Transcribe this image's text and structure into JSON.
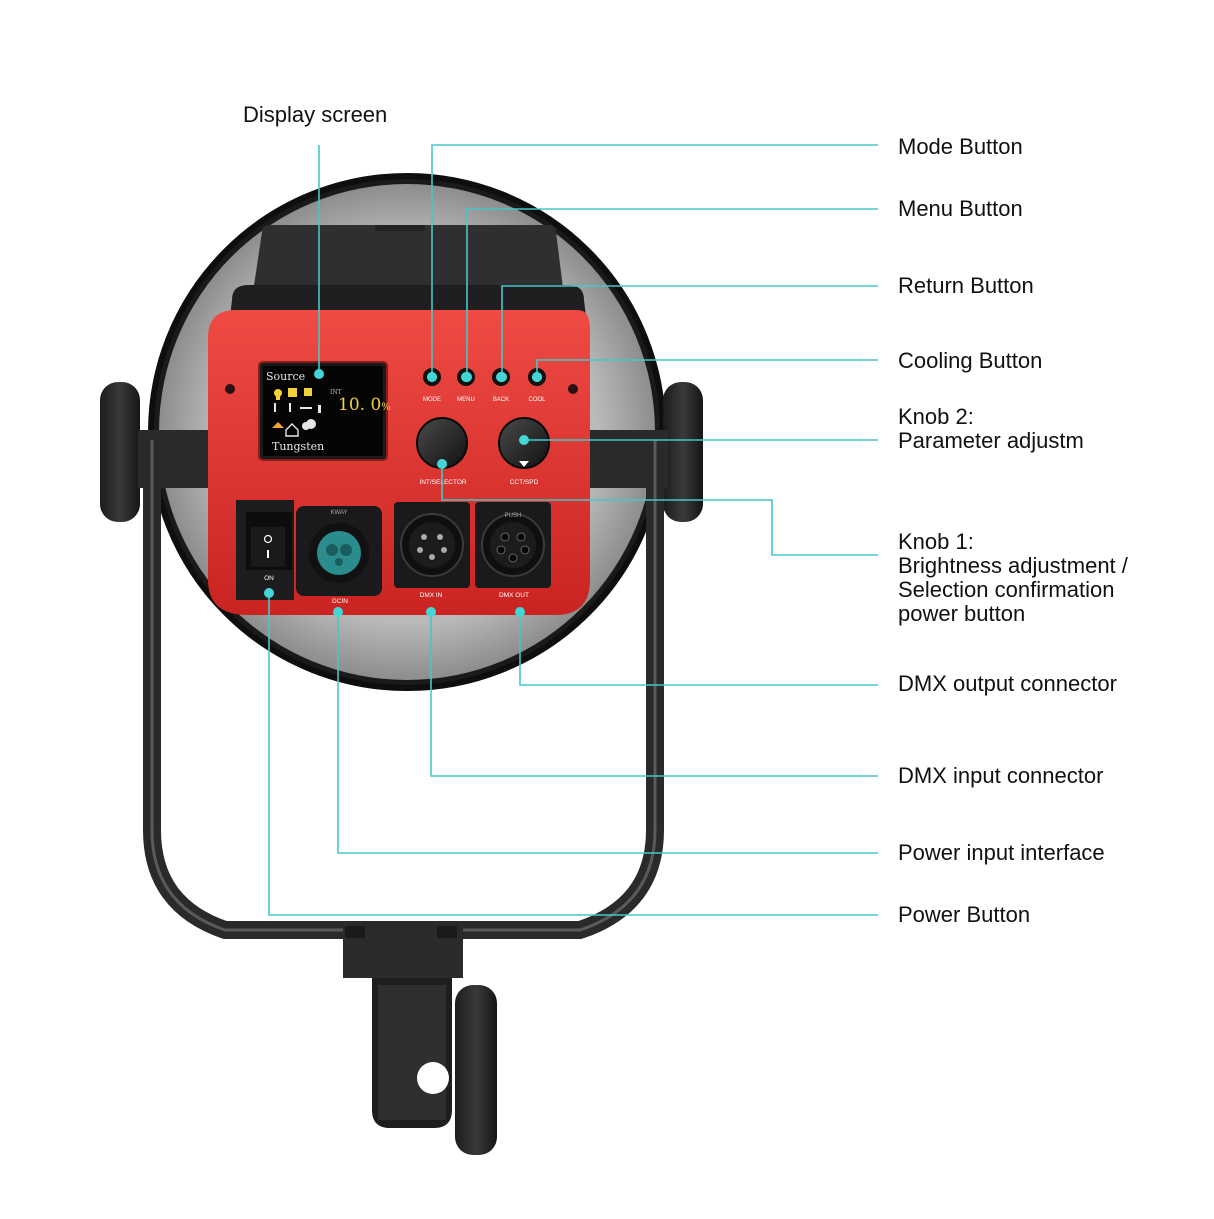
{
  "colors": {
    "leader": "#43c7c9",
    "dot": "#43d6d6",
    "housing": "#e0322f",
    "body_dark": "#2b2b2d",
    "lcd_bg": "#050505",
    "lcd_value": "#f2d23a"
  },
  "callouts": {
    "display_screen": "Display screen",
    "mode_button": "Mode Button",
    "menu_button": "Menu Button",
    "return_button": "Return Button",
    "cooling_button": "Cooling Button",
    "knob2_title": "Knob 2:",
    "knob2_desc": "Parameter adjustm",
    "knob1_title": "Knob 1:",
    "knob1_line1": "Brightness adjustment /",
    "knob1_line2": "Selection confirmation",
    "knob1_line3": "power button",
    "dmx_output": "DMX output connector",
    "dmx_input": "DMX input connector",
    "power_input": "Power input interface",
    "power_button": "Power Button"
  },
  "panel": {
    "lcd": {
      "source": "Source",
      "int_label": "INT",
      "value": "10. 0",
      "unit": "%",
      "mode": "Tungsten"
    },
    "labels": {
      "mode": "MODE",
      "menu": "MENU",
      "back": "BACK",
      "cool": "COOL",
      "int_selector": "INT/SELECTOR",
      "cct_spd": "CCT/SPD",
      "on": "ON",
      "dcin": "DCIN",
      "dmx_in": "DMX IN",
      "dmx_out": "DMX OUT",
      "kway": "KWAY",
      "push": "PUSH"
    },
    "icons": [
      "bulb-icon",
      "sun-icon",
      "cloud-icon",
      "home-icon",
      "candle-icon",
      "flash-icon"
    ]
  }
}
